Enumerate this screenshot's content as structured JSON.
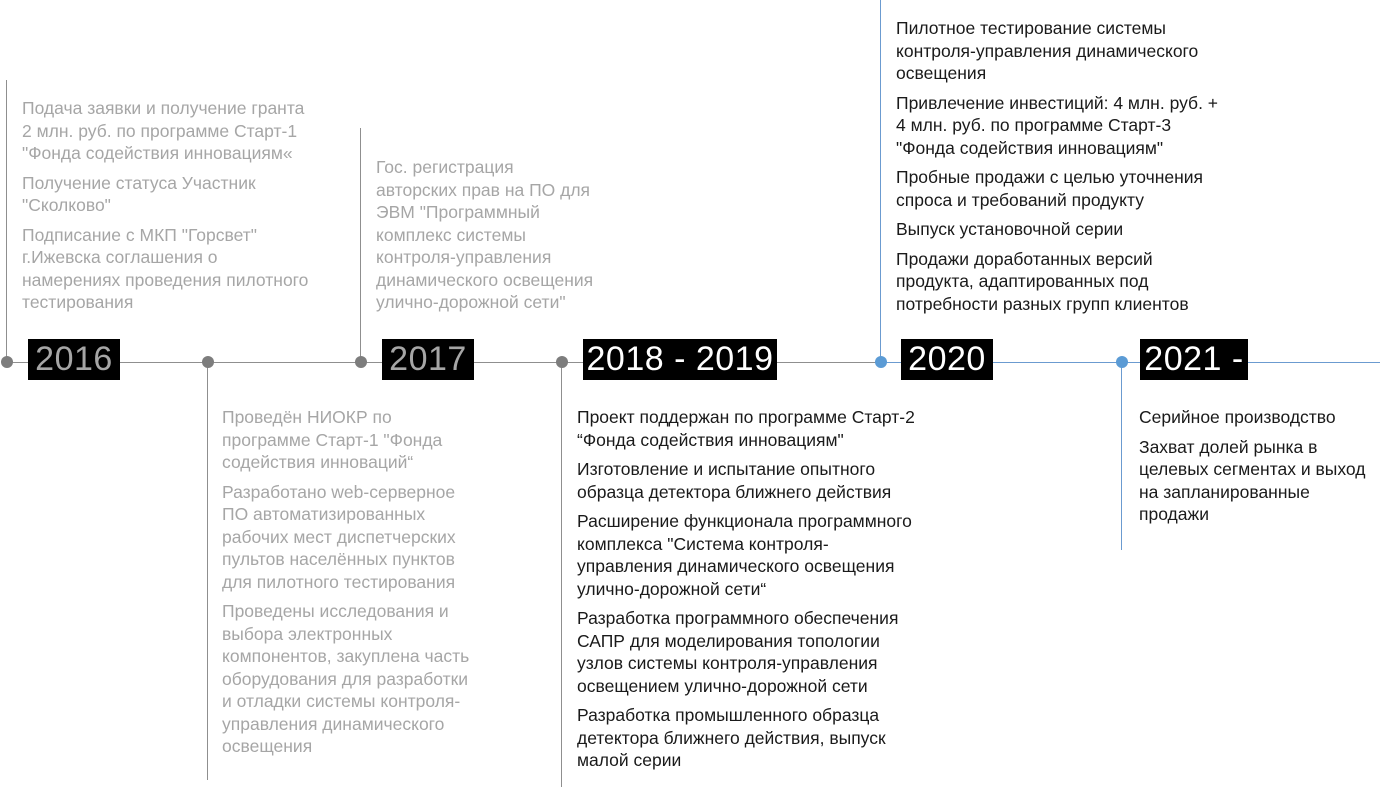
{
  "colors": {
    "past_text": "#a6a6a6",
    "current_text": "#1a1a1a",
    "past_line": "#8f8f8f",
    "future_line": "#6b9bd0",
    "future_dot": "#5b9bd5",
    "year_bg": "#000000"
  },
  "years": [
    {
      "id": "2016",
      "label": "2016",
      "tone": "past"
    },
    {
      "id": "2017",
      "label": "2017",
      "tone": "past"
    },
    {
      "id": "2018-2019",
      "label": "2018 - 2019",
      "tone": "current"
    },
    {
      "id": "2020",
      "label": "2020",
      "tone": "future"
    },
    {
      "id": "2021",
      "label": "2021 -",
      "tone": "future"
    }
  ],
  "milestones": {
    "m2016_above": [
      "Подача заявки и получение гранта\n2 млн. руб. по программе Старт-1\n\"Фонда содействия инновациям«",
      "Получение статуса Участник\n\"Сколково\"",
      "Подписание с МКП \"Горсвет\"\nг.Ижевска соглашения о\nнамерениях проведения пилотного\nтестирования"
    ],
    "m2016_below": [
      "Проведён НИОКР по\nпрограмме Старт-1 \"Фонда\nсодействия инноваций“",
      "Разработано web-серверное\nПО автоматизированных\nрабочих мест диспетчерских\nпультов населённых пунктов\nдля пилотного тестирования",
      "Проведены исследования и\nвыбора электронных\nкомпонентов, закуплена часть\nоборудования для разработки\nи отладки системы контроля-\nуправления динамического\nосвещения"
    ],
    "m2017_above": [
      "Гос. регистрация\nавторских прав на ПО для\nЭВМ \"Программный\nкомплекс системы\nконтроля-управления\nдинамического освещения\nулично-дорожной сети\""
    ],
    "m2018_below": [
      "Проект поддержан по программе Старт-2\n“Фонда содействия инновациям\"",
      "Изготовление и испытание опытного\nобразца детектора ближнего действия",
      "Расширение функционала программного\nкомплекса \"Система контроля-\nуправления динамического освещения\nулично-дорожной сети“",
      "Разработка программного обеспечения\nСАПР для моделирования топологии\nузлов системы контроля-управления\nосвещением улично-дорожной сети",
      "Разработка промышленного образца\nдетектора ближнего действия, выпуск\nмалой серии"
    ],
    "m2020_above": [
      "Пилотное тестирование системы\nконтроля-управления динамического\nосвещения",
      "Привлечение инвестиций: 4 млн. руб. +\n4 млн. руб. по программе Старт-3\n\"Фонда содействия инновациям\"",
      "Пробные продажи с целью уточнения\nспроса и требований продукту",
      "Выпуск установочной серии",
      "Продажи доработанных версий\nпродукта, адаптированных под\nпотребности разных групп клиентов"
    ],
    "m2021_below": [
      "Серийное производство",
      "Захват долей рынка в\nцелевых сегментах и выход\nна запланированные\nпродажи"
    ]
  }
}
